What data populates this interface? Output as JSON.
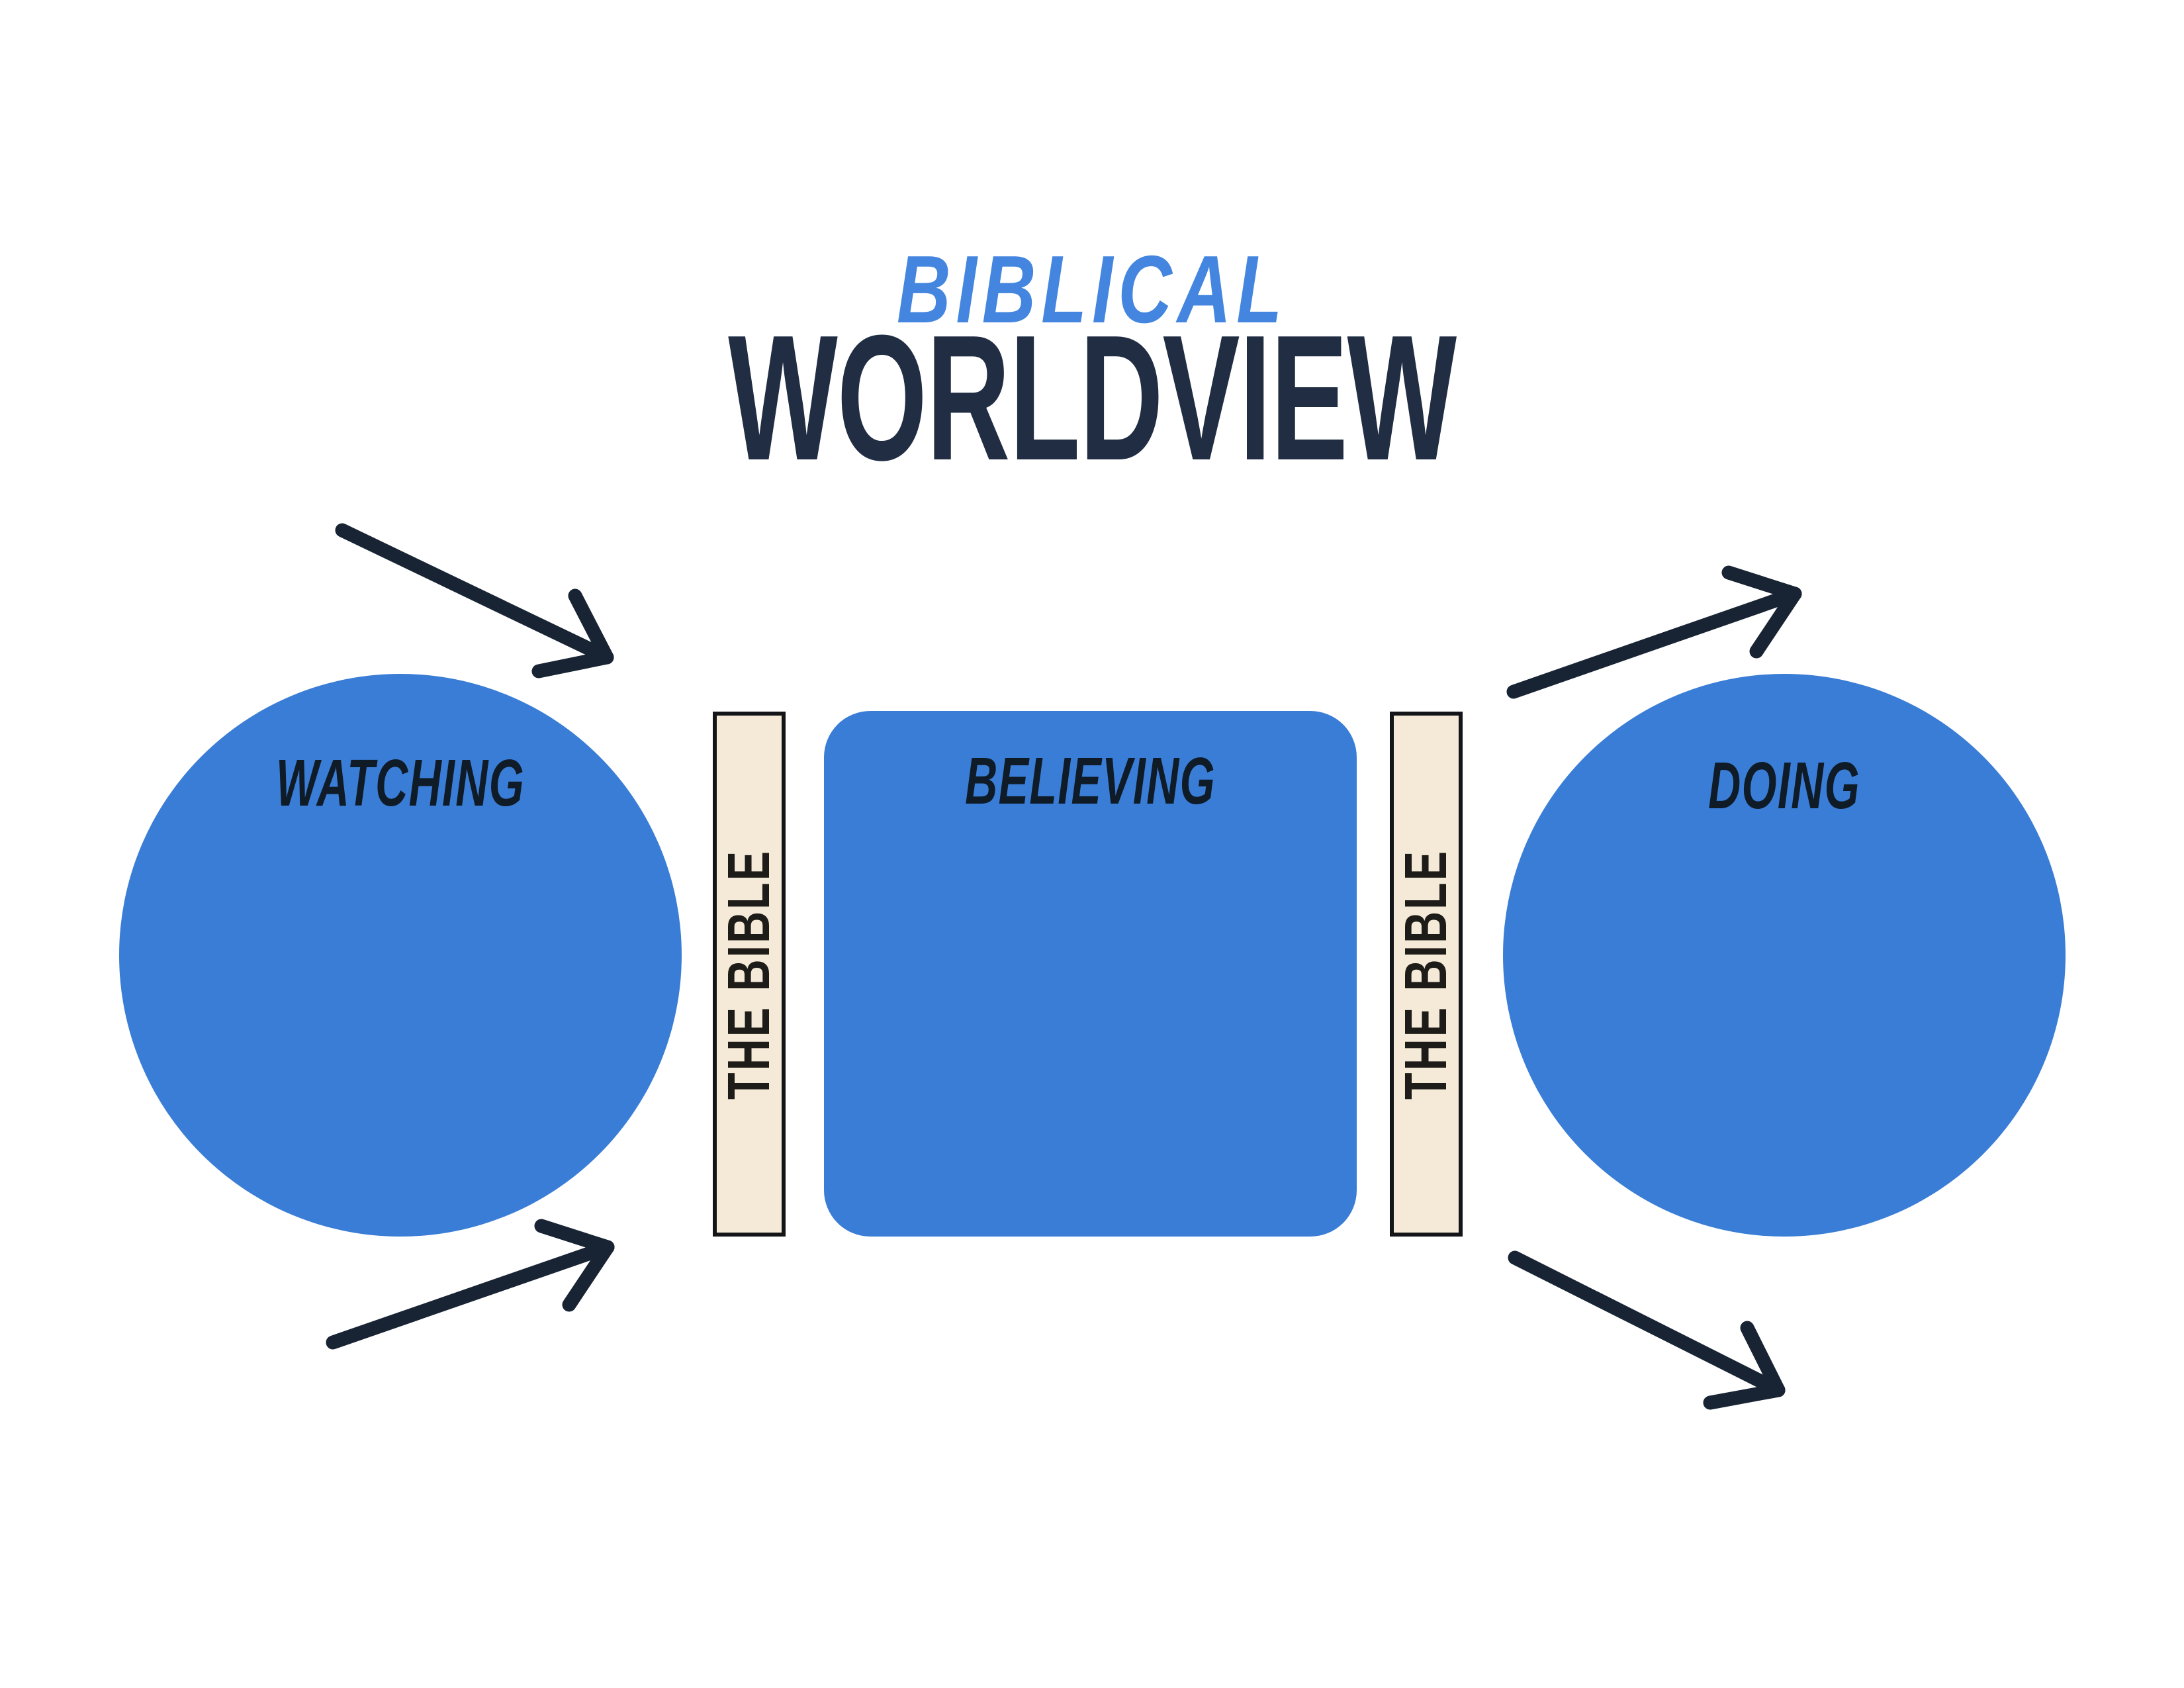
{
  "title": {
    "biblical": "BIBLICAL",
    "worldview": "WORLDVIEW"
  },
  "nodes": {
    "watching": {
      "label": "WATCHING",
      "shape": "circle"
    },
    "bible_left": {
      "label": "THE BIBLE",
      "shape": "vertical-bar"
    },
    "believing": {
      "label": "BELIEVING",
      "shape": "rounded-square"
    },
    "bible_right": {
      "label": "THE BIBLE",
      "shape": "vertical-bar"
    },
    "doing": {
      "label": "DOING",
      "shape": "circle"
    }
  },
  "arrows": [
    {
      "name": "top-left-arrow",
      "direction": "down-right, pointing toward the Watching circle"
    },
    {
      "name": "bottom-left-arrow",
      "direction": "up-right, pointing toward the Watching circle"
    },
    {
      "name": "top-right-arrow",
      "direction": "up-right, pointing away from the Doing circle"
    },
    {
      "name": "bottom-right-arrow",
      "direction": "down-right, pointing away from the Doing circle"
    }
  ],
  "colors": {
    "background": "#ffffff",
    "title_blue": "#4486df",
    "navy": "#212d42",
    "shape_blue": "#3a7dd6",
    "label_ink": "#0f1b27",
    "bar_fill": "#f5ead8",
    "bar_border": "#131519",
    "bar_ink": "#1e1c18",
    "arrow_ink": "#182433"
  }
}
